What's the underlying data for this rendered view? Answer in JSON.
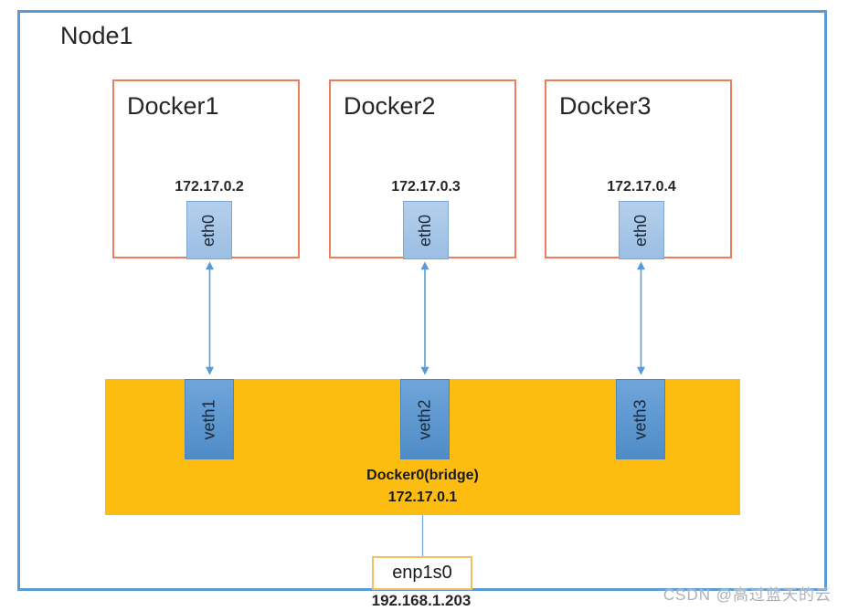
{
  "node": {
    "label": "Node1"
  },
  "containers": [
    {
      "name": "Docker1",
      "ip": "172.17.0.2",
      "iface": "eth0",
      "veth": "veth1"
    },
    {
      "name": "Docker2",
      "ip": "172.17.0.3",
      "iface": "eth0",
      "veth": "veth2"
    },
    {
      "name": "Docker3",
      "ip": "172.17.0.4",
      "iface": "eth0",
      "veth": "veth3"
    }
  ],
  "bridge": {
    "name": "Docker0(bridge)",
    "ip": "172.17.0.1"
  },
  "host_interface": {
    "name": "enp1s0",
    "ip": "192.168.1.203"
  },
  "watermark": "CSDN @高过蓝天的云",
  "colors": {
    "node_border": "#5B9BD5",
    "container_border": "#ED7D5B",
    "bridge_fill": "#FDBD10",
    "eth_fill_top": "#B5CFEC",
    "eth_fill_bottom": "#9BBEE3",
    "eth_border": "#7FA6D2",
    "veth_fill_top": "#6FA5DB",
    "veth_fill_bottom": "#4F8CC7",
    "veth_border": "#4E86BC",
    "arrow": "#5B9BD5",
    "enp_border": "#F6BE5C",
    "text": "#262626",
    "watermark": "#A9B2BA"
  }
}
